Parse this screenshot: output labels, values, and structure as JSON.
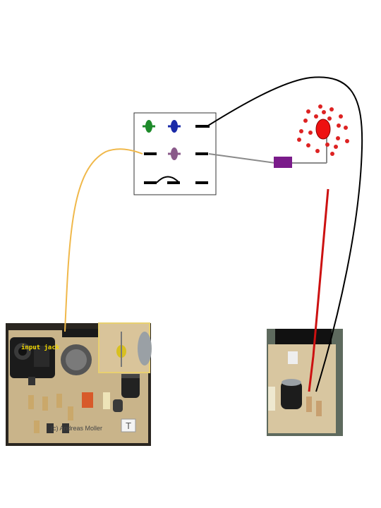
{
  "diagram": {
    "jack_label": "input jack",
    "watermark": "(c) Andreas Moller",
    "pcb_badge": "T",
    "colors": {
      "background": "#ffffff",
      "switch_outline": "#333333",
      "wire_black": "#000000",
      "wire_gray": "#8a8a8a",
      "wire_red": "#cc1111",
      "wire_yellow": "#f0b84a",
      "led_red": "#ee1111",
      "resistor_purple": "#7a1b8a",
      "terminal_green": "#1d8a2a",
      "terminal_blue": "#1a2aa8",
      "terminal_violet": "#8a5a8a",
      "pcb_tan": "#c9b48a"
    },
    "icons": [
      "switch-icon",
      "led-icon",
      "resistor-icon",
      "input-jack-icon",
      "capacitor-icon",
      "potentiometer-icon"
    ]
  }
}
